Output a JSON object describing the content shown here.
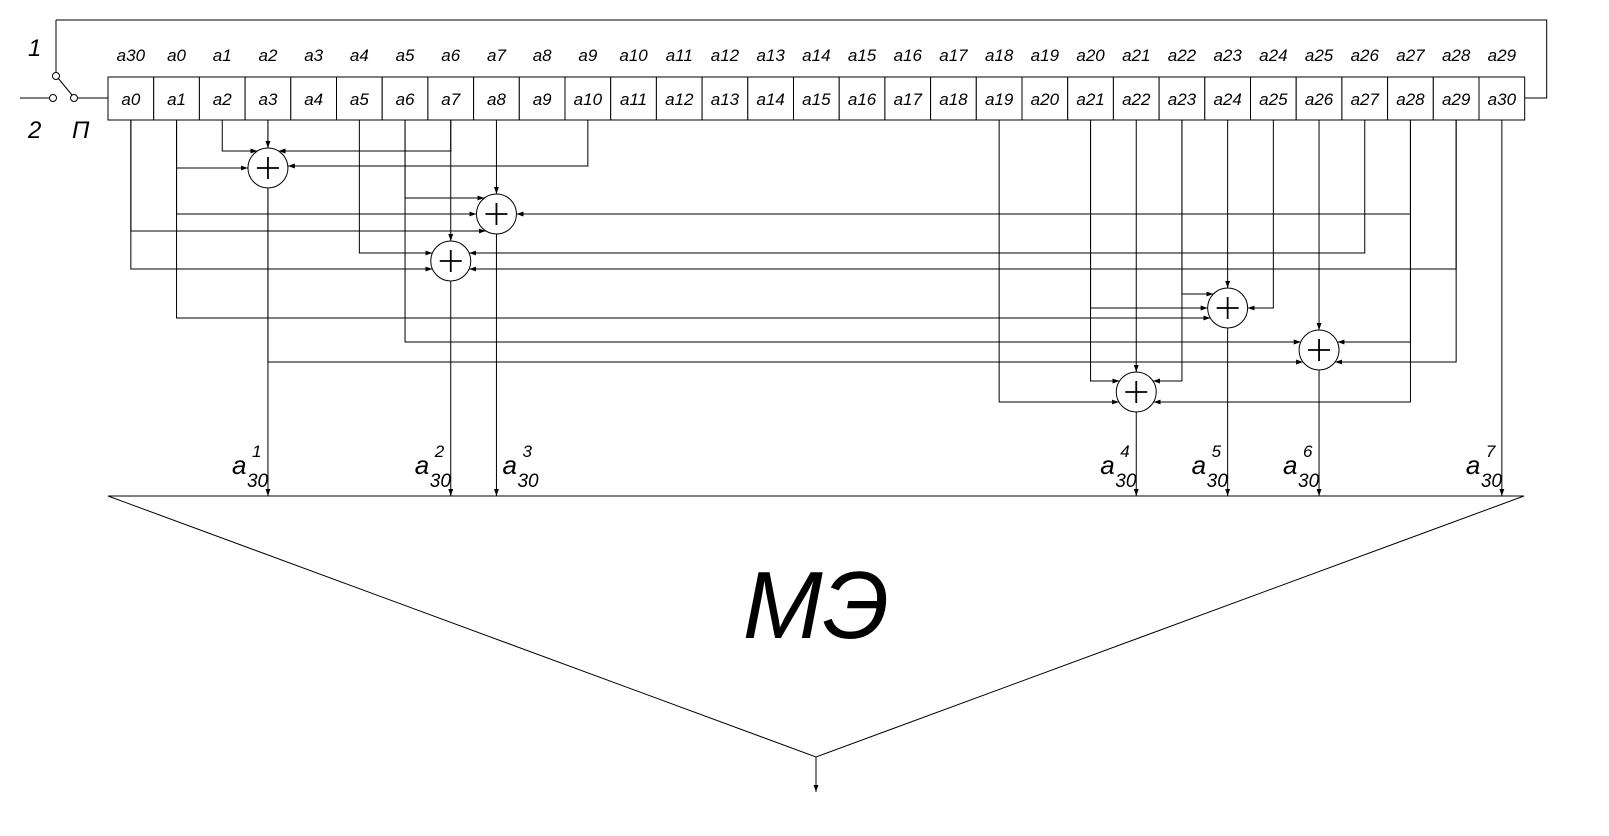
{
  "switch": {
    "pos1": "1",
    "pos2": "2",
    "label": "П"
  },
  "register": {
    "top_labels": [
      "a30",
      "a0",
      "a1",
      "a2",
      "a3",
      "a4",
      "a5",
      "a6",
      "a7",
      "a8",
      "a9",
      "a10",
      "a11",
      "a12",
      "a13",
      "a14",
      "a15",
      "a16",
      "a17",
      "a18",
      "a19",
      "a20",
      "a21",
      "a22",
      "a23",
      "a24",
      "a25",
      "a26",
      "a27",
      "a28",
      "a29"
    ],
    "cells": [
      "a0",
      "a1",
      "a2",
      "a3",
      "a4",
      "a5",
      "a6",
      "a7",
      "a8",
      "a9",
      "a10",
      "a11",
      "a12",
      "a13",
      "a14",
      "a15",
      "a16",
      "a17",
      "a18",
      "a19",
      "a20",
      "a21",
      "a22",
      "a23",
      "a24",
      "a25",
      "a26",
      "a27",
      "a28",
      "a29",
      "a30"
    ]
  },
  "xor_symbol": "+",
  "adders": [
    {
      "output_cell": "a3",
      "taps": [
        "a1",
        "a2",
        "a7",
        "a10"
      ]
    },
    {
      "output_cell": "a8",
      "taps": [
        "a0",
        "a1",
        "a6",
        "a28"
      ]
    },
    {
      "output_cell": "a7",
      "taps": [
        "a0",
        "a5",
        "a27",
        "a29"
      ]
    },
    {
      "output_cell": "a24",
      "taps": [
        "a1",
        "a21",
        "a23",
        "a25"
      ]
    },
    {
      "output_cell": "a26",
      "taps": [
        "a3",
        "a6",
        "a28",
        "a29"
      ]
    },
    {
      "output_cell": "a22",
      "taps": [
        "a19",
        "a21",
        "a23",
        "a28"
      ]
    }
  ],
  "outputs": [
    {
      "base": "a",
      "sub": "30",
      "sup": "1",
      "cell": "a3"
    },
    {
      "base": "a",
      "sub": "30",
      "sup": "2",
      "cell": "a7"
    },
    {
      "base": "a",
      "sub": "30",
      "sup": "3",
      "cell": "a8"
    },
    {
      "base": "a",
      "sub": "30",
      "sup": "4",
      "cell": "a22"
    },
    {
      "base": "a",
      "sub": "30",
      "sup": "5",
      "cell": "a24"
    },
    {
      "base": "a",
      "sub": "30",
      "sup": "6",
      "cell": "a26"
    },
    {
      "base": "a",
      "sub": "30",
      "sup": "7",
      "cell": "a30"
    }
  ],
  "majority_element": {
    "label": "МЭ"
  }
}
